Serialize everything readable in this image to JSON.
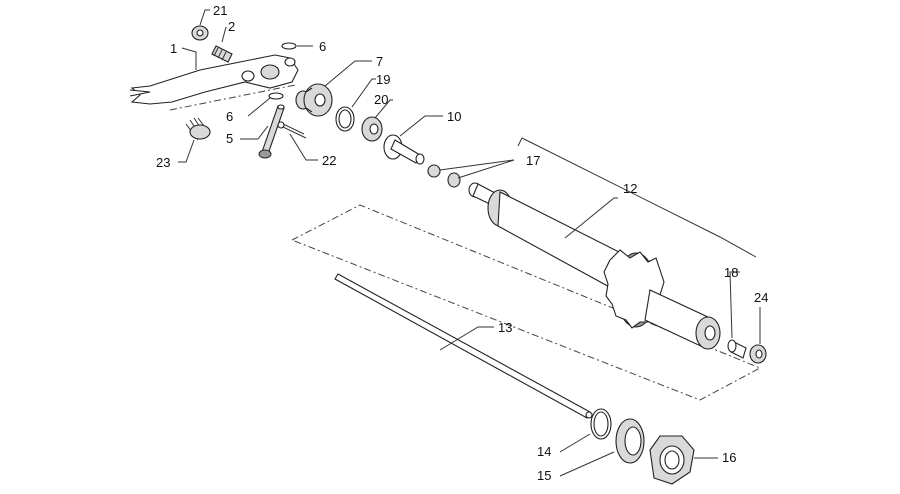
{
  "callouts": [
    {
      "id": "1",
      "label": "1"
    },
    {
      "id": "2",
      "label": "2"
    },
    {
      "id": "5",
      "label": "5"
    },
    {
      "id": "6a",
      "label": "6"
    },
    {
      "id": "6b",
      "label": "6"
    },
    {
      "id": "7",
      "label": "7"
    },
    {
      "id": "10",
      "label": "10"
    },
    {
      "id": "12",
      "label": "12"
    },
    {
      "id": "13",
      "label": "13"
    },
    {
      "id": "14",
      "label": "14"
    },
    {
      "id": "15",
      "label": "15"
    },
    {
      "id": "16",
      "label": "16"
    },
    {
      "id": "17",
      "label": "17"
    },
    {
      "id": "18",
      "label": "18"
    },
    {
      "id": "19",
      "label": "19"
    },
    {
      "id": "20",
      "label": "20"
    },
    {
      "id": "21",
      "label": "21"
    },
    {
      "id": "22",
      "label": "22"
    },
    {
      "id": "23",
      "label": "23"
    },
    {
      "id": "24",
      "label": "24"
    }
  ]
}
